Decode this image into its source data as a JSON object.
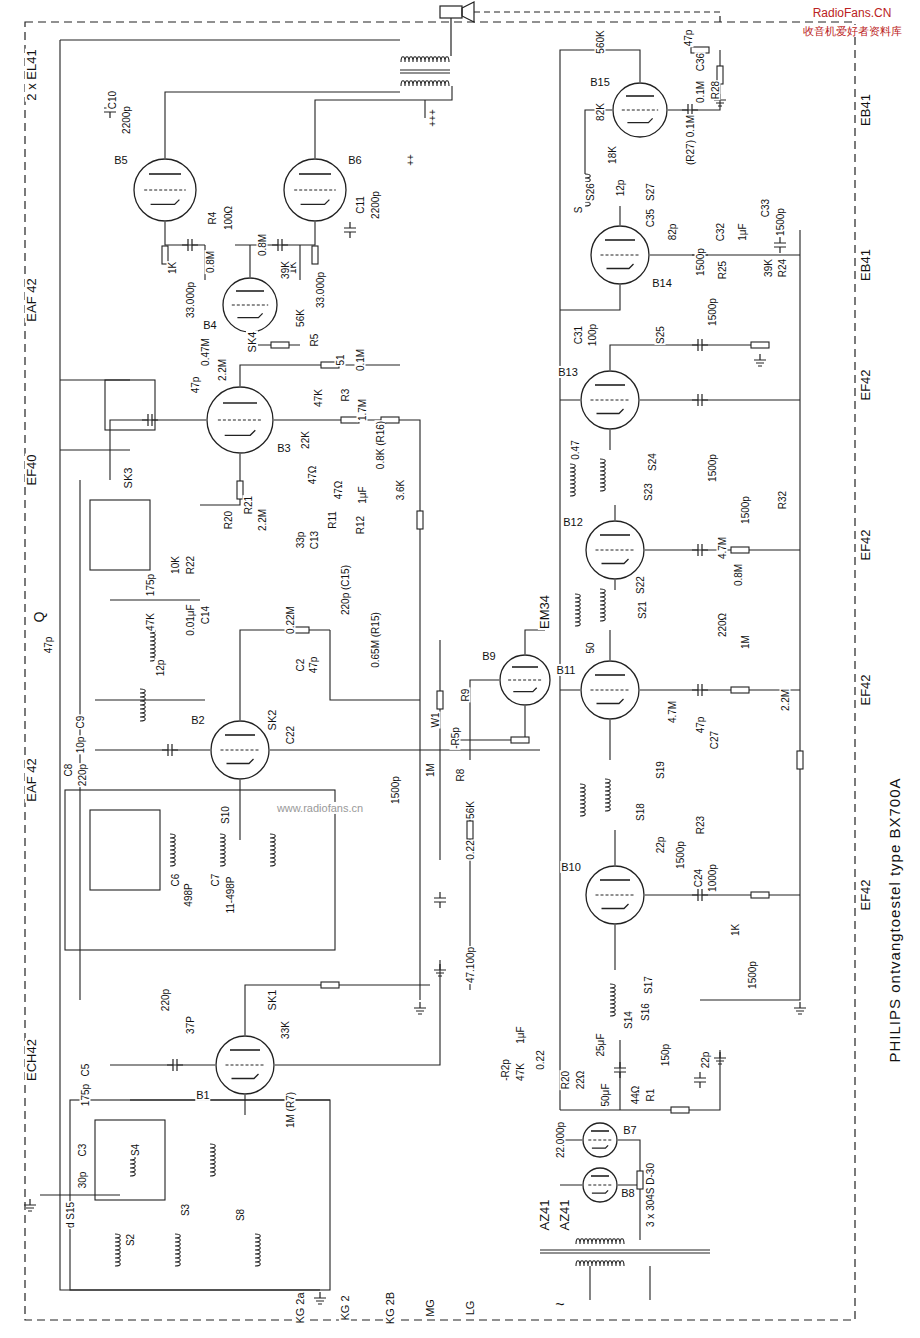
{
  "diagram": {
    "title": "PHILIPS ontvangtoestel type BX700A",
    "nodes": [
      {
        "text": [
          "B5"
        ]
      },
      {
        "text": [
          "B6"
        ]
      },
      {
        "text": [
          "B4"
        ]
      },
      {
        "text": [
          "B3"
        ]
      },
      {
        "text": [
          "B2"
        ]
      },
      {
        "text": [
          "B1"
        ]
      },
      {
        "text": [
          "B15"
        ]
      },
      {
        "text": [
          "B14"
        ]
      },
      {
        "text": [
          "B13"
        ]
      },
      {
        "text": [
          "B12"
        ]
      },
      {
        "text": [
          "B9"
        ]
      },
      {
        "text": [
          "B11"
        ]
      },
      {
        "text": [
          "B10"
        ]
      },
      {
        "text": [
          "B7"
        ]
      },
      {
        "text": [
          "B8"
        ]
      }
    ],
    "labels": [
      "RadioFans.CN",
      "收音机爱好者资料库",
      "2 x EL41",
      "EAF 42",
      "EF40",
      "EAF 42",
      "ECH42",
      "AZ41",
      "AZ41",
      "EM34",
      "EB41",
      "EB41",
      "EF42",
      "EF42",
      "EF42",
      "EF42",
      "SK1",
      "SK2",
      "SK3",
      "SK4",
      "Q",
      "KG 2a",
      "KG 2",
      "KG 2B",
      "MG",
      "LG",
      "C10",
      "2200p",
      "1K",
      "R4",
      "100Ω",
      "1K",
      "C11",
      "2200p",
      "+++",
      "++",
      "33.000p",
      "0.8M",
      "0.8M",
      "39K",
      "33.000p",
      "56K",
      "R5",
      "51",
      "0.47M",
      "47p",
      "0.1M",
      "R3",
      "1.7M",
      "2.2M",
      "47K",
      "22K",
      "0.8K (R16)",
      "3.6K",
      "47Ω",
      "47Ω",
      "1μF",
      "R21",
      "R20",
      "2.2M",
      "R22",
      "10K",
      "R11",
      "R12",
      "33p",
      "C13",
      "220p (C15)",
      "0.65M (R15)",
      "C14",
      "0.01μF",
      "47K",
      "47p",
      "175p",
      "12p",
      "C2",
      "47p",
      "0.22M",
      "C22",
      "W1",
      "R9",
      "-R5p",
      "1M",
      "R8",
      "56K",
      "0.22",
      "1500p",
      "C9",
      "10p",
      "C8",
      "220p",
      "S10",
      "C7",
      "11-498P",
      "C6",
      "498P",
      "37P",
      "33K",
      "1M (R7)",
      "220p",
      "47.100p",
      "C5",
      "175p",
      "C3",
      "30p",
      "d S15",
      "S2",
      "S3",
      "S4",
      "S8",
      "560K",
      "47p",
      "C36",
      "R28",
      "0.1M",
      "82K",
      "(R27) 0.1M",
      "18K",
      "12p",
      "S26",
      "S27",
      "S",
      "C35",
      "82p",
      "C33",
      "1500p",
      "39K",
      "R24",
      "R25",
      "C32",
      "1μF",
      "1500p",
      "C31",
      "100p",
      "S25",
      "1500p",
      "0.47",
      "S24",
      "S23",
      "1500p",
      "1500p",
      "R32",
      "S22",
      "S21",
      "50",
      "4.7M",
      "0.8M",
      "220Ω",
      "1M",
      "2.2M",
      "47p",
      "C27",
      "4.7M",
      "S19",
      "S18",
      "22p",
      "1500p",
      "R23",
      "1000p",
      "C24",
      "1K",
      "1500p",
      "S17",
      "S16",
      "S14",
      "150p",
      "22p",
      "47K",
      "0.22",
      "R20",
      "22Ω",
      "25μF",
      "50μF",
      "44Ω",
      "R1",
      "22.000p",
      "3 x 304S D-30",
      "-R2p",
      "1μF",
      "~",
      "www.radiofans.cn"
    ]
  }
}
